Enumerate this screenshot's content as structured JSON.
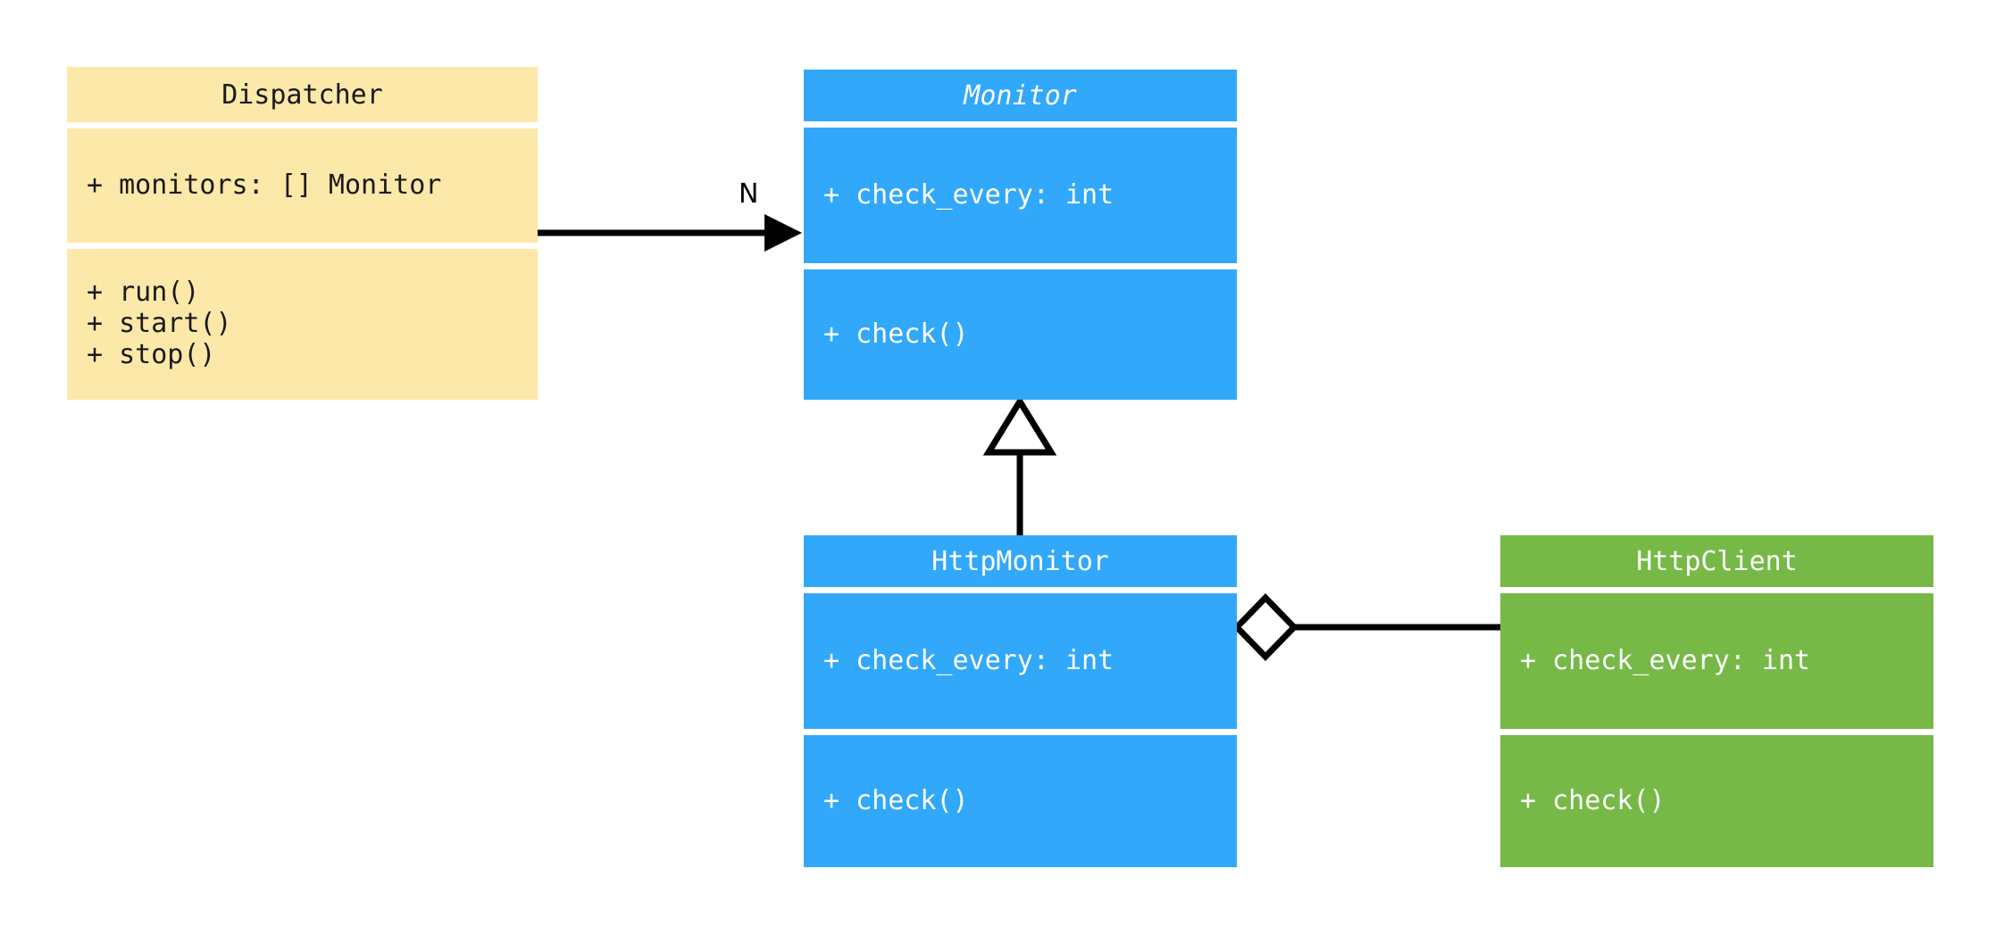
{
  "diagram": {
    "type": "uml-class-diagram",
    "background": "#ffffff",
    "colors": {
      "yellow": "#fce8a8",
      "blue": "#31a8fa",
      "green": "#76b947",
      "edge": "#000000",
      "dark_text": "#1a1a1a",
      "light_text": "#ffffff"
    }
  },
  "classes": [
    {
      "id": "dispatcher",
      "name": "Dispatcher",
      "abstract": false,
      "color": "#fce8a8",
      "attributes": [
        "+ monitors: [] Monitor"
      ],
      "methods": [
        "+ run()",
        "+ start()",
        "+ stop()"
      ]
    },
    {
      "id": "monitor",
      "name": "Monitor",
      "abstract": true,
      "color": "#31a8fa",
      "attributes": [
        "+ check_every: int"
      ],
      "methods": [
        "+ check()"
      ]
    },
    {
      "id": "http_monitor",
      "name": "HttpMonitor",
      "abstract": false,
      "color": "#31a8fa",
      "attributes": [
        "+ check_every: int"
      ],
      "methods": [
        "+ check()"
      ]
    },
    {
      "id": "http_client",
      "name": "HttpClient",
      "abstract": false,
      "color": "#76b947",
      "attributes": [
        "+ check_every: int"
      ],
      "methods": [
        "+ check()"
      ]
    }
  ],
  "relationships": [
    {
      "id": "dispatcher-to-monitor",
      "kind": "association",
      "from": "Dispatcher",
      "to": "Monitor",
      "arrowhead": "filled-arrow",
      "label": "N"
    },
    {
      "id": "httpmonitor-to-monitor",
      "kind": "generalization",
      "from": "HttpMonitor",
      "to": "Monitor",
      "arrowhead": "hollow-triangle",
      "label": ""
    },
    {
      "id": "httpmonitor-to-httpclient",
      "kind": "aggregation",
      "from": "HttpMonitor",
      "to": "HttpClient",
      "arrowhead": "hollow-diamond",
      "label": ""
    }
  ]
}
